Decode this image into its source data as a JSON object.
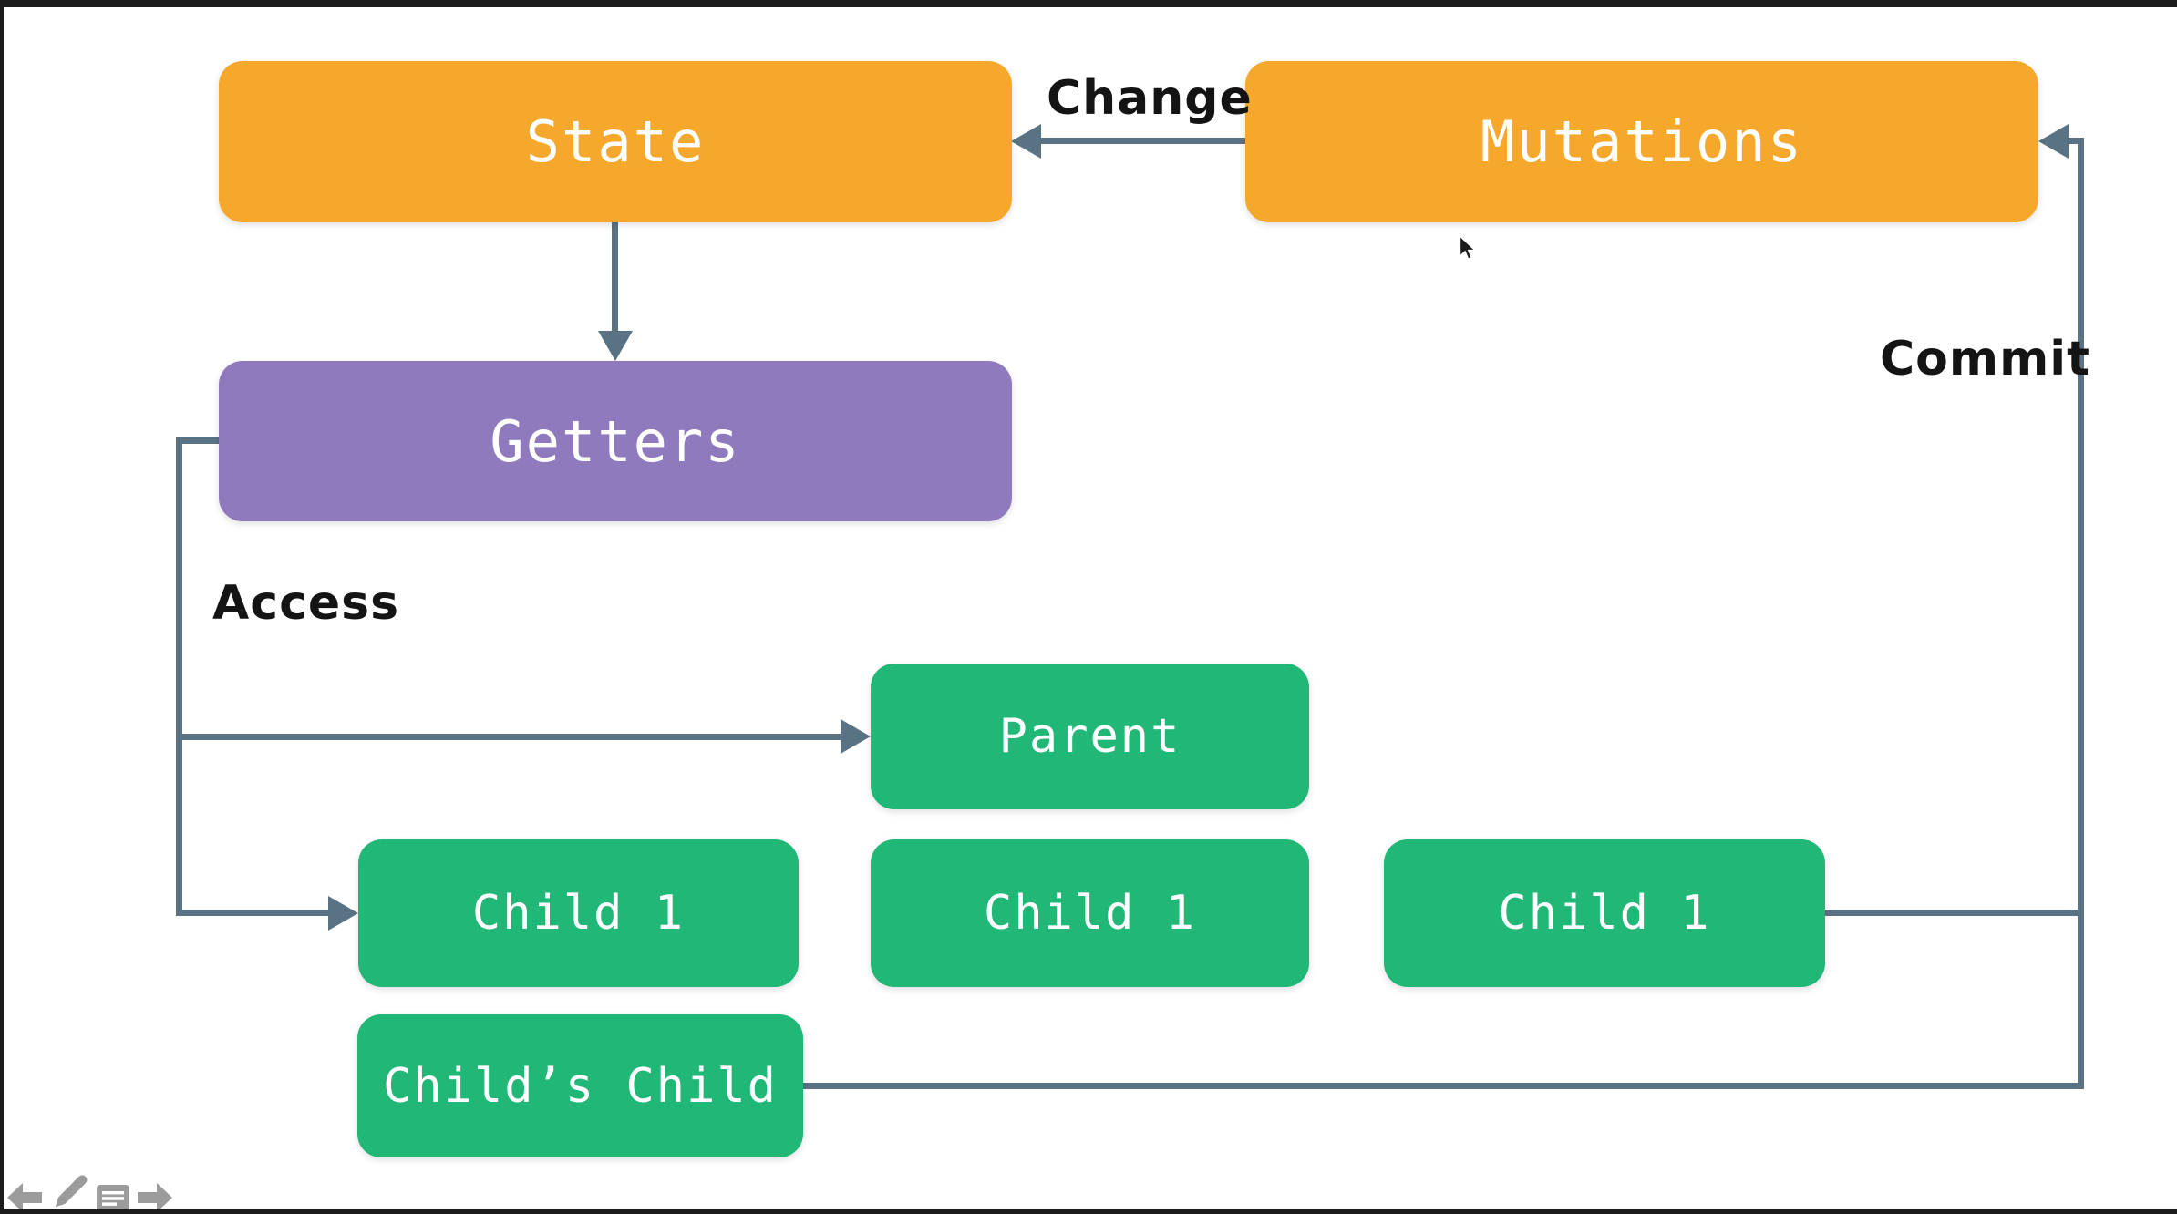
{
  "colors": {
    "orange": "#F6A82C",
    "purple": "#8F7ABD",
    "green": "#21B877",
    "connector": "#5A7384",
    "label_text": "#141414",
    "box_text": "#FFFFFF",
    "icon": "#9B9B9B",
    "frame": "#1C1C1C",
    "background": "#FFFFFF"
  },
  "diagram": {
    "nodes": {
      "state": {
        "label": "State"
      },
      "mutations": {
        "label": "Mutations"
      },
      "getters": {
        "label": "Getters"
      },
      "parent": {
        "label": "Parent"
      },
      "child1_left": {
        "label": "Child 1"
      },
      "child1_middle": {
        "label": "Child 1"
      },
      "child1_right": {
        "label": "Child 1"
      },
      "childs_child": {
        "label": "Child’s Child"
      }
    },
    "edge_labels": {
      "change": "Change",
      "commit": "Commit",
      "access": "Access"
    }
  },
  "toolbar": {
    "icons": [
      "previous-slide-icon",
      "pencil-icon",
      "notes-icon",
      "next-slide-icon"
    ]
  },
  "cursor": {
    "type": "arrow-pointer"
  }
}
